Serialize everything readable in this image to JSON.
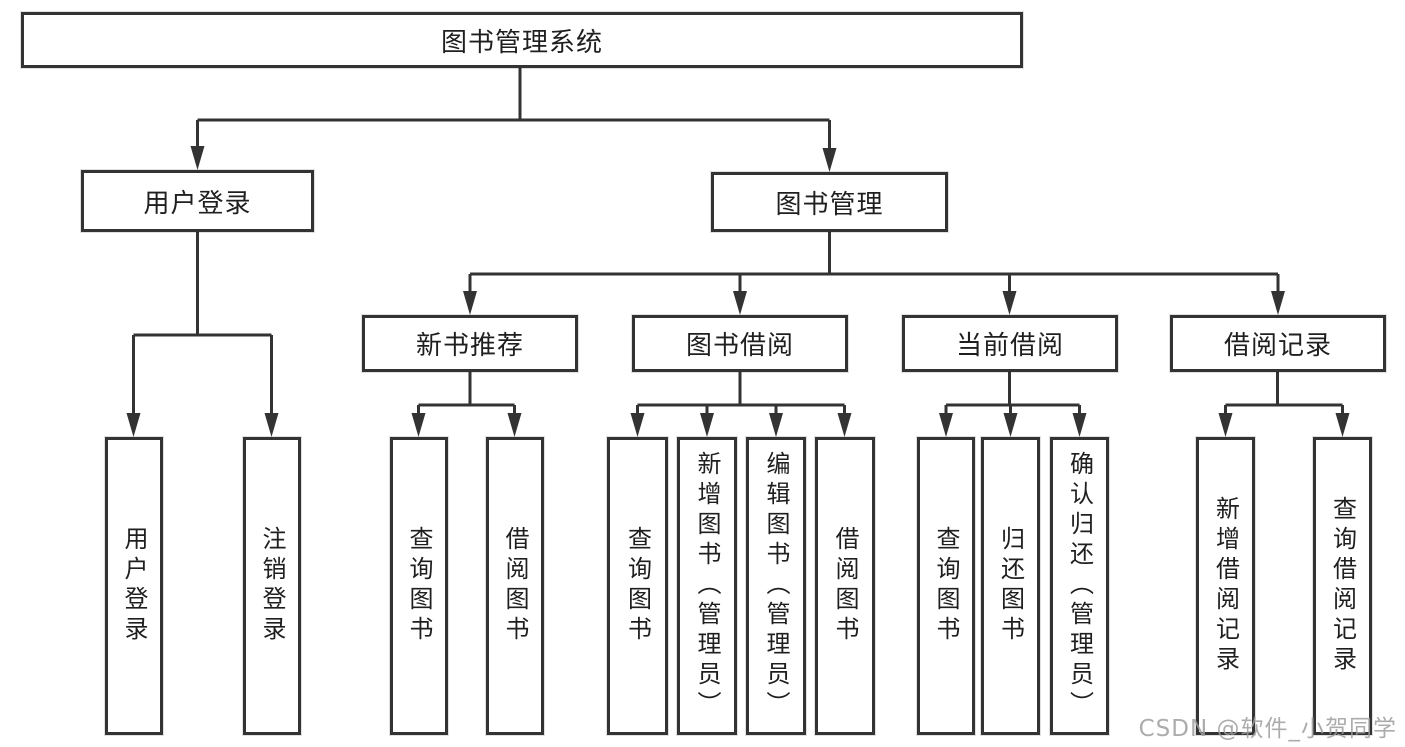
{
  "tree": {
    "root": {
      "label": "图书管理系统"
    },
    "branches": [
      {
        "label": "用户登录",
        "leaves": [
          {
            "label": "用户登录"
          },
          {
            "label": "注销登录"
          }
        ]
      },
      {
        "label": "图书管理",
        "sections": [
          {
            "label": "新书推荐",
            "leaves": [
              {
                "label": "查询图书"
              },
              {
                "label": "借阅图书"
              }
            ]
          },
          {
            "label": "图书借阅",
            "leaves": [
              {
                "label": "查询图书"
              },
              {
                "label": "新增图书（管理员）"
              },
              {
                "label": "编辑图书（管理员）"
              },
              {
                "label": "借阅图书"
              }
            ]
          },
          {
            "label": "当前借阅",
            "leaves": [
              {
                "label": "查询图书"
              },
              {
                "label": "归还图书"
              },
              {
                "label": "确认归还（管理员）"
              }
            ]
          },
          {
            "label": "借阅记录",
            "leaves": [
              {
                "label": "新增借阅记录"
              },
              {
                "label": "查询借阅记录"
              }
            ]
          }
        ]
      }
    ]
  },
  "watermark": "CSDN @软件_小贺同学",
  "colors": {
    "line": "#333333",
    "text": "#1f1f1f",
    "background": "#ffffff",
    "watermark": "#9e9e9e"
  }
}
